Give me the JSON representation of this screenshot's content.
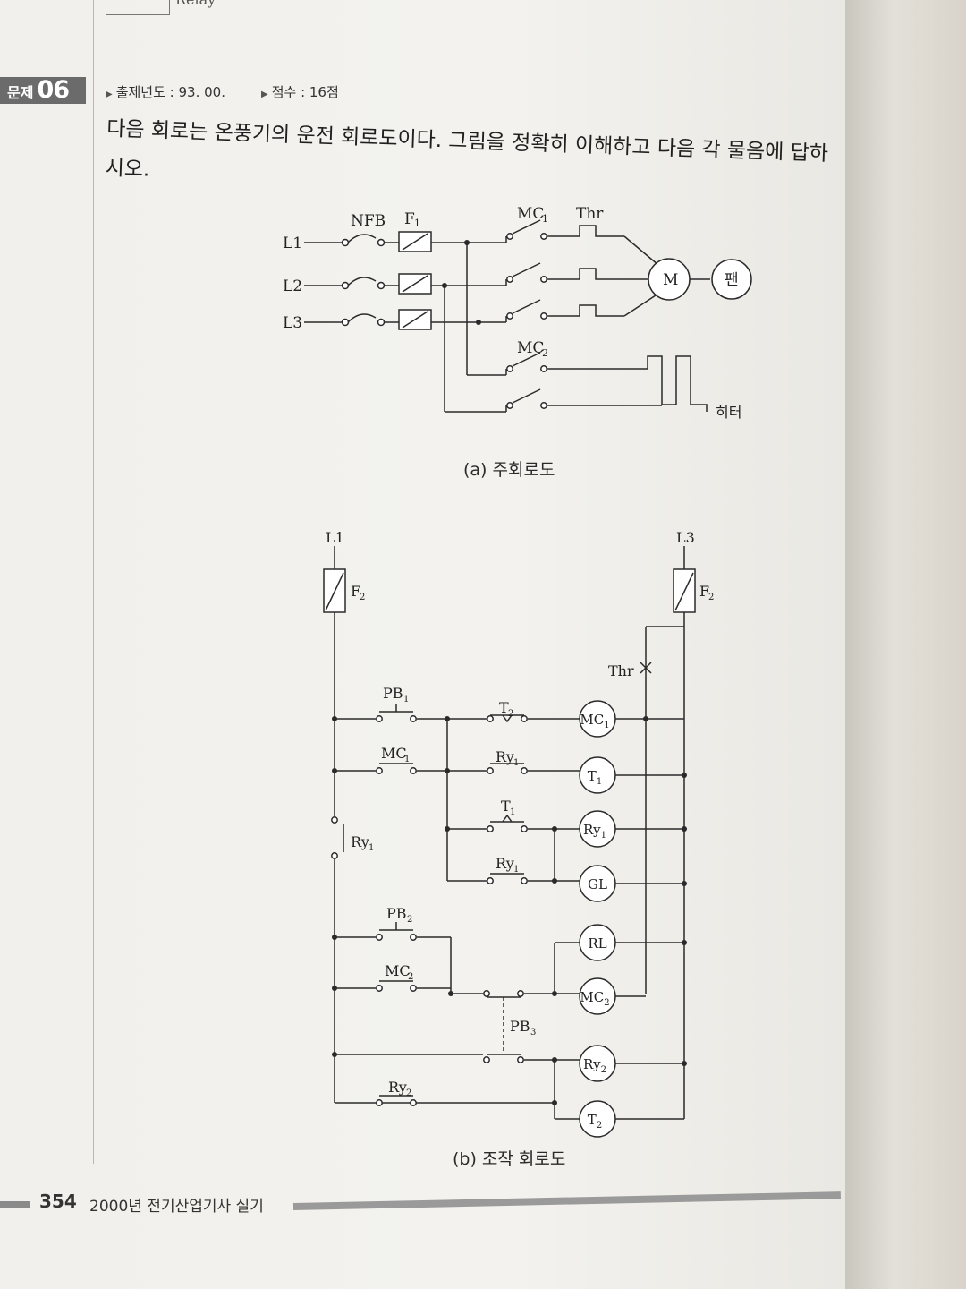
{
  "top_residue": "Relay",
  "question": {
    "badge_label": "문제",
    "badge_number": "06",
    "year": "출제년도 : 93. 00.",
    "score": "점수 : 16점",
    "text": "다음 회로는 온풍기의 운전 회로도이다. 그림을 정확히 이해하고 다음 각 물음에 답하시오."
  },
  "main_circuit": {
    "caption": "(a) 주회로도",
    "labels": {
      "nfb": "NFB",
      "f1": "F",
      "f1_sub": "1",
      "mc1": "MC",
      "mc1_sub": "1",
      "thr": "Thr",
      "mc2": "MC",
      "mc2_sub": "2",
      "l1": "L1",
      "l2": "L2",
      "l3": "L3",
      "motor": "M",
      "fan": "팬",
      "heater": "히터"
    }
  },
  "control_circuit": {
    "caption": "(b) 조작 회로도",
    "labels": {
      "l1": "L1",
      "l3": "L3",
      "f2_left": "F",
      "f2_left_sub": "2",
      "f2_right": "F",
      "f2_right_sub": "2",
      "thr": "Thr",
      "pb1": "PB",
      "pb1_sub": "1",
      "mc1_contact": "MC",
      "mc1_contact_sub": "1",
      "ry1_contact": "Ry",
      "ry1_contact_sub": "1",
      "t2_contact": "T",
      "t2_contact_sub": "2",
      "ry1_contact_b": "Ry",
      "ry1_contact_b_sub": "1",
      "t1_contact": "T",
      "t1_contact_sub": "1",
      "ry1_contact_c": "Ry",
      "ry1_contact_c_sub": "1",
      "pb2": "PB",
      "pb2_sub": "2",
      "mc2_contact": "MC",
      "mc2_contact_sub": "2",
      "pb3": "PB",
      "pb3_sub": "3",
      "ry2_contact": "Ry",
      "ry2_contact_sub": "2"
    },
    "coils": [
      {
        "name": "MC",
        "sub": "1"
      },
      {
        "name": "T",
        "sub": "1"
      },
      {
        "name": "Ry",
        "sub": "1"
      },
      {
        "name": "GL",
        "sub": ""
      },
      {
        "name": "RL",
        "sub": ""
      },
      {
        "name": "MC",
        "sub": "2"
      },
      {
        "name": "Ry",
        "sub": "2"
      },
      {
        "name": "T",
        "sub": "2"
      }
    ]
  },
  "footer": {
    "page_number": "354",
    "book_title": "2000년 전기산업기사 실기"
  }
}
